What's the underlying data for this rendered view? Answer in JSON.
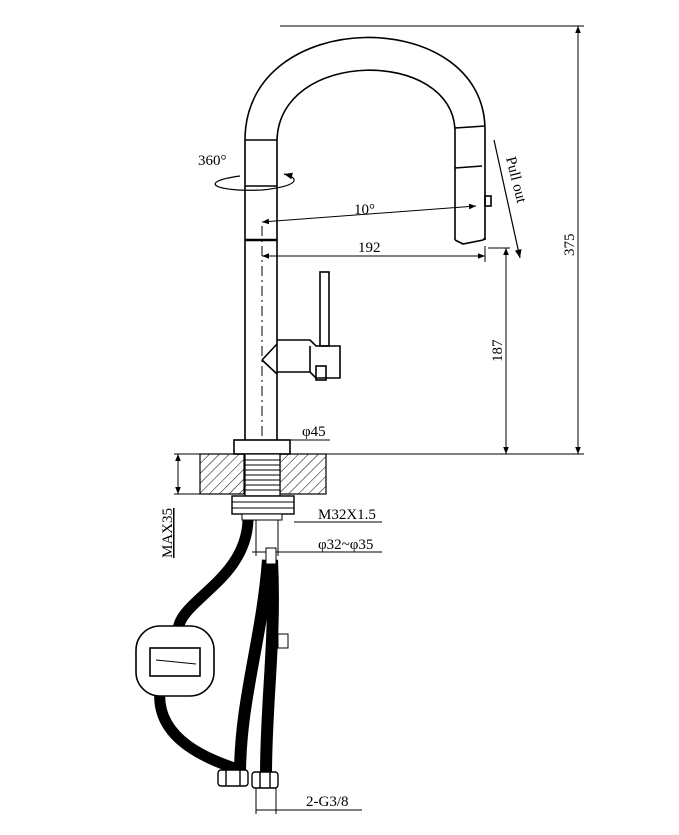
{
  "drawing": {
    "colors": {
      "line": "#000000",
      "background": "#ffffff"
    },
    "labels": {
      "rotation": "360°",
      "pull_out": "Pull out",
      "angle": "10°",
      "spout_reach": "192",
      "overall_height": "375",
      "spout_height": "187",
      "base_diameter": "φ45",
      "max_thickness": "MAX35",
      "thread": "M32X1.5",
      "hole_diameter": "φ32~φ35",
      "connection": "2-G3/8"
    }
  }
}
